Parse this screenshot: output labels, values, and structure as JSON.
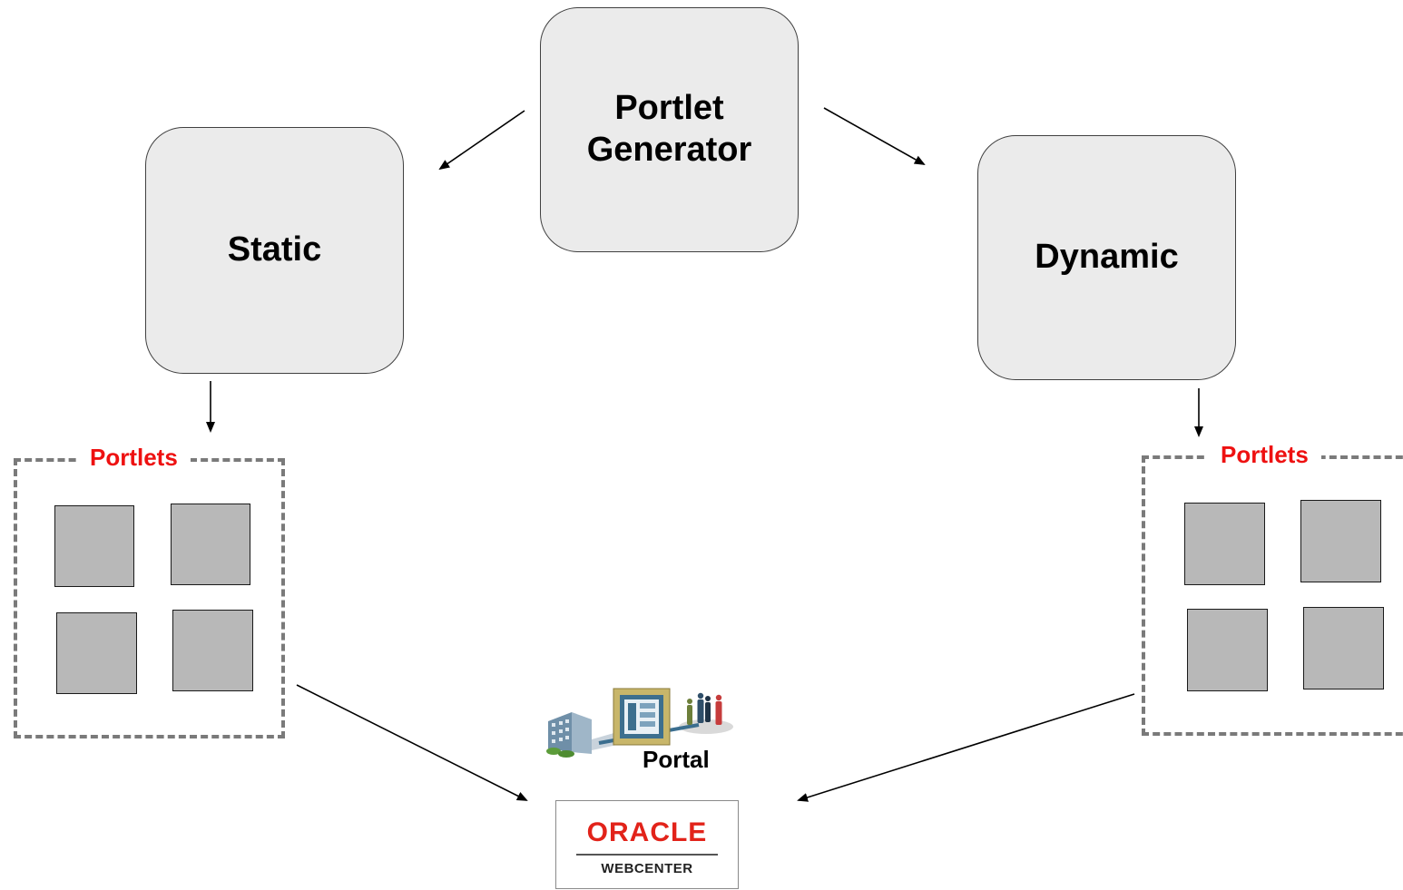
{
  "nodes": {
    "generator": {
      "line1": "Portlet",
      "line2": "Generator"
    },
    "static": {
      "label": "Static"
    },
    "dynamic": {
      "label": "Dynamic"
    }
  },
  "groups": {
    "left": {
      "title": "Portlets"
    },
    "right": {
      "title": "Portlets"
    }
  },
  "portal": {
    "label": "Portal",
    "icon": "portal-illustration-icon"
  },
  "logo": {
    "brand": "ORACLE",
    "product": "WEBCENTER"
  },
  "colors": {
    "node_fill": "#ebebeb",
    "tile_fill": "#b8b8b8",
    "group_border": "#7a7a7a",
    "group_title": "#ee1111",
    "oracle_red": "#e2231a"
  }
}
